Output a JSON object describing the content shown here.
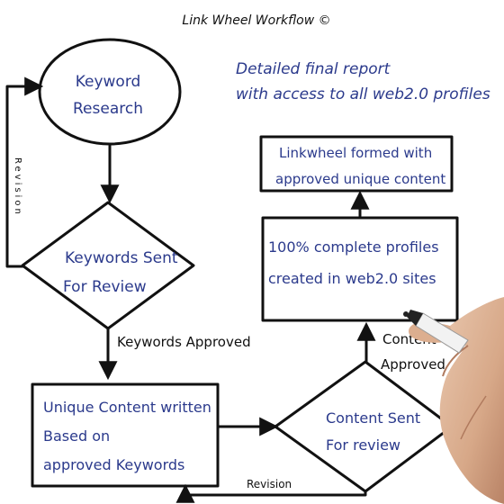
{
  "title": "Link Wheel Workflow ©",
  "note": {
    "line1": "Detailed final report",
    "line2": "with access to all web2.0 profiles"
  },
  "nodes": {
    "keyword_research": {
      "line1": "Keyword",
      "line2": "Research"
    },
    "keywords_sent": {
      "line1": "Keywords Sent",
      "line2": "For Review"
    },
    "unique_content": {
      "line1": "Unique Content written",
      "line2": "Based on",
      "line3": "approved Keywords"
    },
    "content_sent": {
      "line1": "Content Sent",
      "line2": "For review"
    },
    "complete_profiles": {
      "line1": "100% complete profiles",
      "line2": "created in web2.0 sites"
    },
    "linkwheel_formed": {
      "line1": "Linkwheel formed with",
      "line2": "approved unique content"
    }
  },
  "edge_labels": {
    "revision_left": "Revision",
    "keywords_approved": "Keywords Approved",
    "content_approved_1": "Content",
    "content_approved_2": "Approved",
    "revision_bottom": "Revision"
  },
  "colors": {
    "text_blue": "#2b3a8c",
    "line": "#111111",
    "background": "#ffffff"
  }
}
